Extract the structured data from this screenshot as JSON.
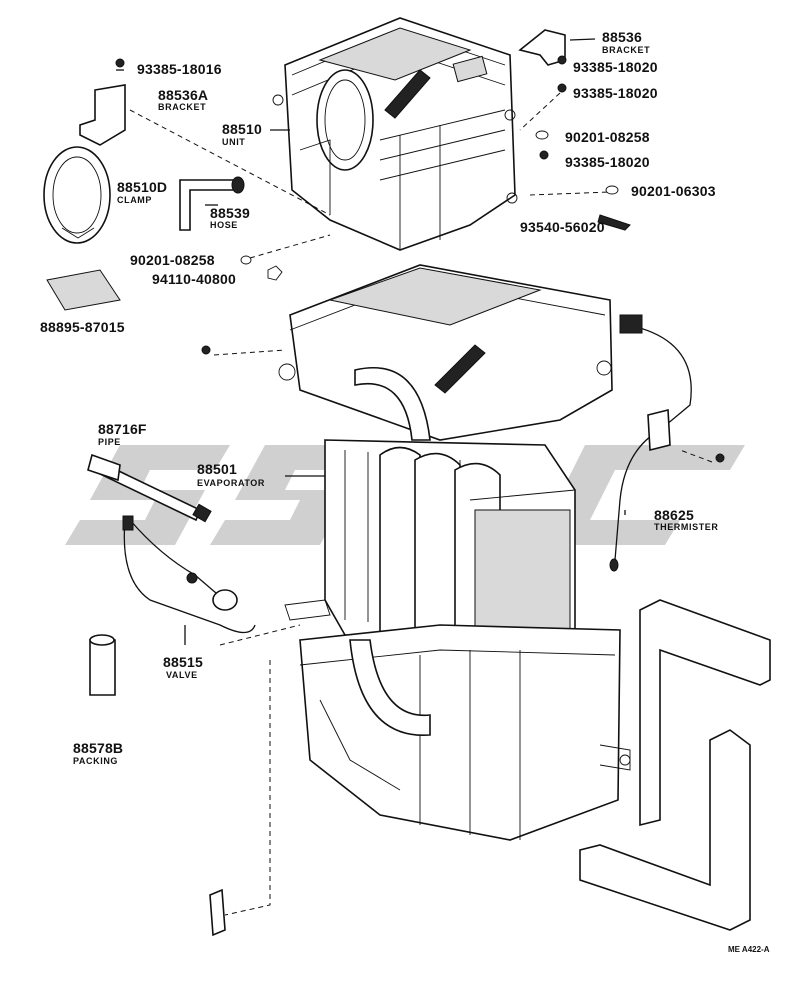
{
  "reference_code": "ME A422-A",
  "parts": [
    {
      "id": "p_88536",
      "number": "88536",
      "desc": "BRACKET"
    },
    {
      "id": "p_93385_18020a",
      "number": "93385-18020",
      "desc": ""
    },
    {
      "id": "p_93385_18020b",
      "number": "93385-18020",
      "desc": ""
    },
    {
      "id": "p_90201_08258a",
      "number": "90201-08258",
      "desc": ""
    },
    {
      "id": "p_93385_18020c",
      "number": "93385-18020",
      "desc": ""
    },
    {
      "id": "p_90201_06303",
      "number": "90201-06303",
      "desc": ""
    },
    {
      "id": "p_93540_56020",
      "number": "93540-56020",
      "desc": ""
    },
    {
      "id": "p_93385_18016",
      "number": "93385-18016",
      "desc": ""
    },
    {
      "id": "p_88536a",
      "number": "88536A",
      "desc": "BRACKET"
    },
    {
      "id": "p_88510",
      "number": "88510",
      "desc": "UNIT"
    },
    {
      "id": "p_88510d",
      "number": "88510D",
      "desc": "CLAMP"
    },
    {
      "id": "p_88539",
      "number": "88539",
      "desc": "HOSE"
    },
    {
      "id": "p_90201_08258b",
      "number": "90201-08258",
      "desc": ""
    },
    {
      "id": "p_94110_40800",
      "number": "94110-40800",
      "desc": ""
    },
    {
      "id": "p_88895_87015",
      "number": "88895-87015",
      "desc": ""
    },
    {
      "id": "p_88716f",
      "number": "88716F",
      "desc": "PIPE"
    },
    {
      "id": "p_88501",
      "number": "88501",
      "desc": "EVAPORATOR"
    },
    {
      "id": "p_88625",
      "number": "88625",
      "desc": "THERMISTER"
    },
    {
      "id": "p_88515",
      "number": "88515",
      "desc": "VALVE"
    },
    {
      "id": "p_88578b",
      "number": "88578B",
      "desc": "PACKING"
    }
  ]
}
